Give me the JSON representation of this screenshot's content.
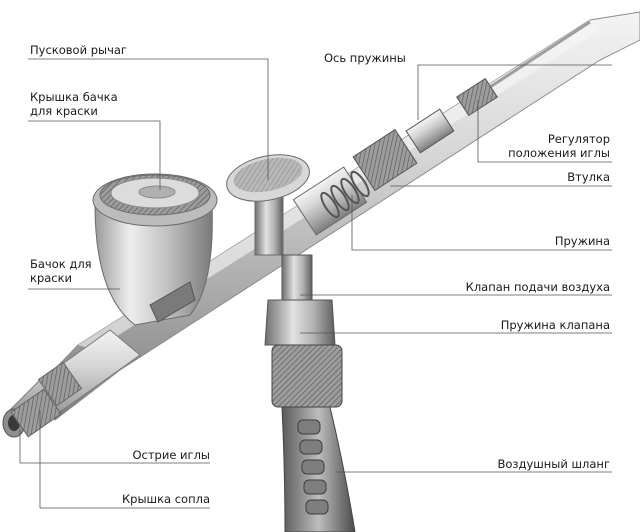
{
  "diagram": {
    "labels_left": [
      {
        "id": "trigger",
        "text": "Пусковой рычаг"
      },
      {
        "id": "cup-lid",
        "text": "Крышка бачка\nдля краски"
      },
      {
        "id": "paint-cup",
        "text": "Бачок для\nкраски"
      },
      {
        "id": "needle-tip",
        "text": "Острие иглы"
      },
      {
        "id": "nozzle-cap",
        "text": "Крышка сопла"
      }
    ],
    "labels_right": [
      {
        "id": "spring-axis",
        "text": "Ось пружины"
      },
      {
        "id": "needle-adjuster",
        "text": "Регулятор\nположения иглы"
      },
      {
        "id": "bushing",
        "text": "Втулка"
      },
      {
        "id": "spring",
        "text": "Пружина"
      },
      {
        "id": "air-valve",
        "text": "Клапан подачи воздуха"
      },
      {
        "id": "valve-spring",
        "text": "Пружина клапана"
      },
      {
        "id": "air-hose",
        "text": "Воздушный шланг"
      }
    ]
  }
}
